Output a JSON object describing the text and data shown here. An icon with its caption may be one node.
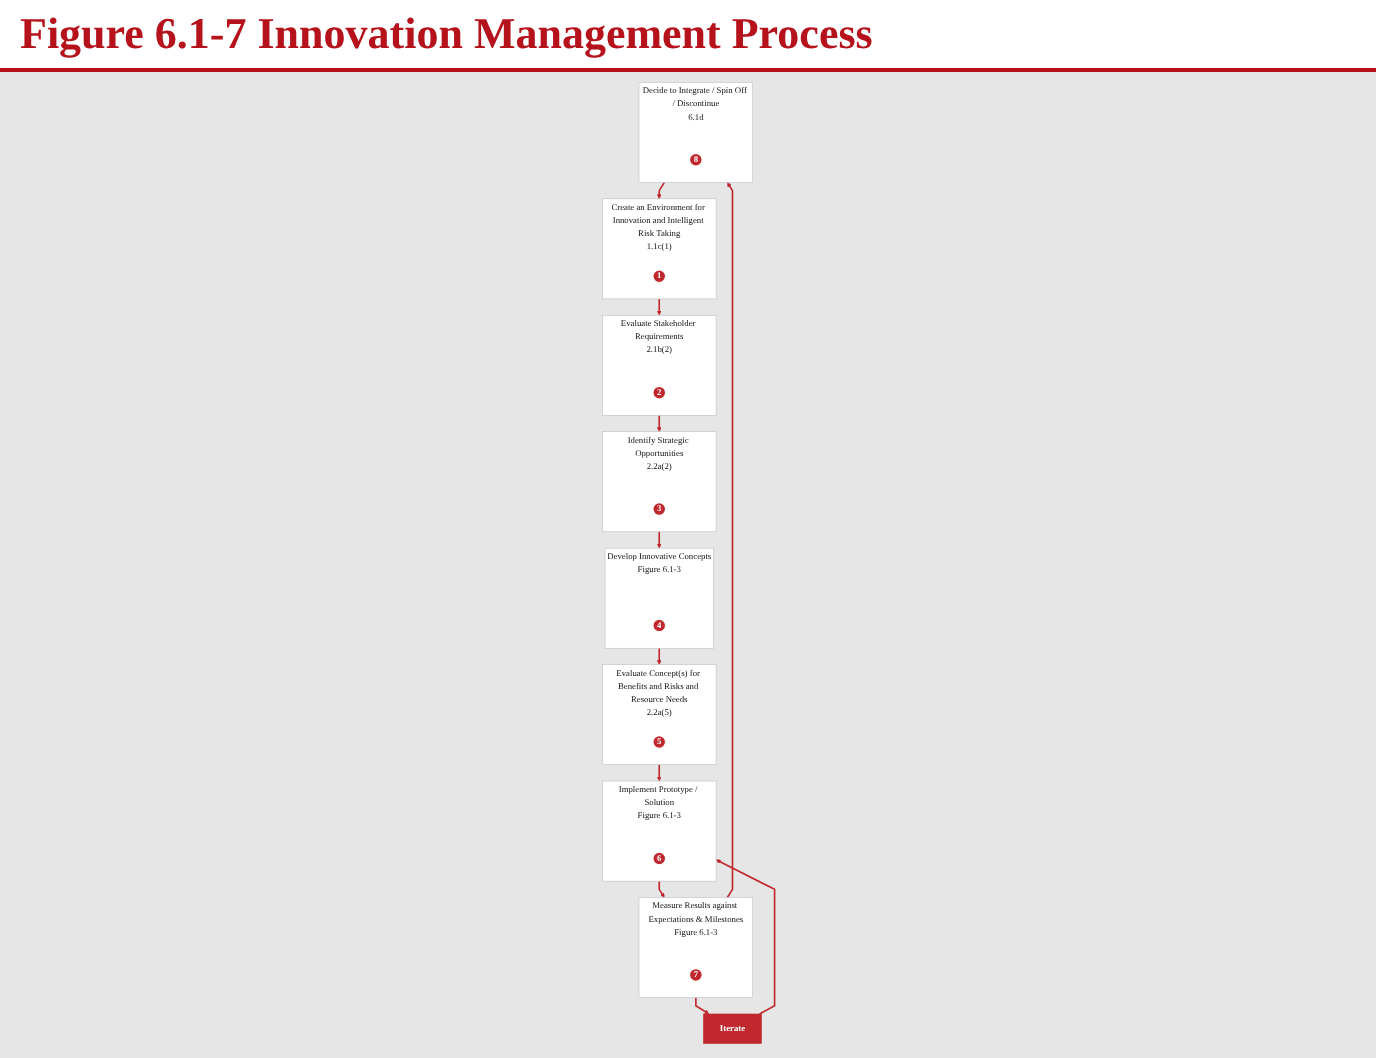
{
  "diagram": {
    "title": "Figure 6.1-7 Innovation Management Process",
    "nodes": [
      {
        "text": [
          "Create an Environment for Innovation and Intelligent Risk Taking",
          "1.1c(1)"
        ]
      },
      {
        "text": [
          "1"
        ],
        "in": 0
      },
      {
        "text": [
          "Evaluate Stakeholder Requirements",
          "2.1b(2)"
        ]
      },
      {
        "text": [
          "2"
        ],
        "in": 2
      },
      {
        "text": [
          "Identify Strategic Opportunities",
          "2.2a(2)"
        ]
      },
      {
        "text": [
          "3"
        ],
        "in": 4
      },
      {
        "text": [
          "Develop Innovative Concepts",
          "Figure 6.1-3"
        ]
      },
      {
        "text": [
          "4"
        ],
        "in": 6
      },
      {
        "text": [
          "Evaluate Concept(s) for Benefits and Risks and Resource Needs",
          "2.2a(5)"
        ]
      },
      {
        "text": [
          "5"
        ],
        "in": 8
      },
      {
        "text": [
          "Implement Prototype / Solution",
          "Figure 6.1-3"
        ]
      },
      {
        "text": [
          "6"
        ],
        "in": 10
      },
      {
        "text": [
          "Measure Results against Expectations & Milestones",
          "Figure 6.1-3"
        ]
      },
      {
        "text": [
          "7"
        ],
        "in": 12
      },
      {
        "text": [
          "Decide to Integrate / Spin Off / Discontinue",
          "6.1d"
        ]
      },
      {
        "text": [
          "8"
        ],
        "in": 14
      },
      {
        "text": [
          "Iterate"
        ]
      }
    ],
    "edges": [
      {
        "from": 0,
        "to": 2,
        "arrow": "to"
      },
      {
        "from": 2,
        "to": 4,
        "arrow": "to"
      },
      {
        "from": 4,
        "to": 6,
        "arrow": "to"
      },
      {
        "from": 6,
        "to": 8,
        "arrow": "to"
      },
      {
        "from": 8,
        "to": 10,
        "arrow": "to"
      },
      {
        "from": 10,
        "to": 12,
        "arrow": "to"
      },
      {
        "from": 12,
        "to": 14,
        "arrow": "to"
      },
      {
        "from": 14,
        "to": 0,
        "arrow": "to"
      },
      {
        "from": 12,
        "to": 16,
        "arrow": "to"
      },
      {
        "from": 16,
        "to": 10,
        "arrow": "to"
      }
    ]
  }
}
